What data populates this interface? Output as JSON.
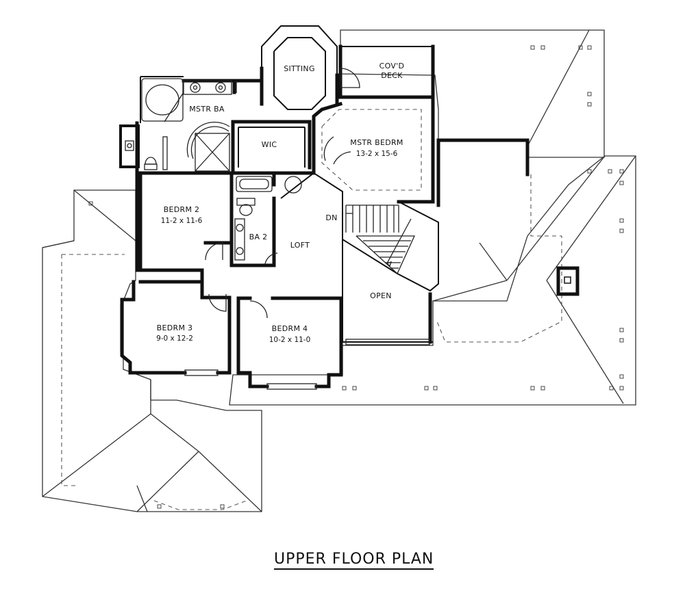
{
  "title": "UPPER FLOOR PLAN",
  "rooms": {
    "sitting": {
      "label": "SITTING"
    },
    "covd_deck": {
      "label1": "COV'D",
      "label2": "DECK"
    },
    "mstr_ba": {
      "label": "MSTR BA"
    },
    "wic": {
      "label": "WIC"
    },
    "mstr_bedrm": {
      "label": "MSTR BEDRM",
      "dims": "13-2 x 15-6"
    },
    "bedrm2": {
      "label": "BEDRM 2",
      "dims": "11-2 x 11-6"
    },
    "ba2": {
      "label": "BA 2"
    },
    "loft": {
      "label": "LOFT"
    },
    "dn": {
      "label": "DN"
    },
    "open": {
      "label": "OPEN"
    },
    "bedrm3": {
      "label": "BEDRM 3",
      "dims": "9-0 x 12-2"
    },
    "bedrm4": {
      "label": "BEDRM 4",
      "dims": "10-2 x 11-0"
    }
  }
}
